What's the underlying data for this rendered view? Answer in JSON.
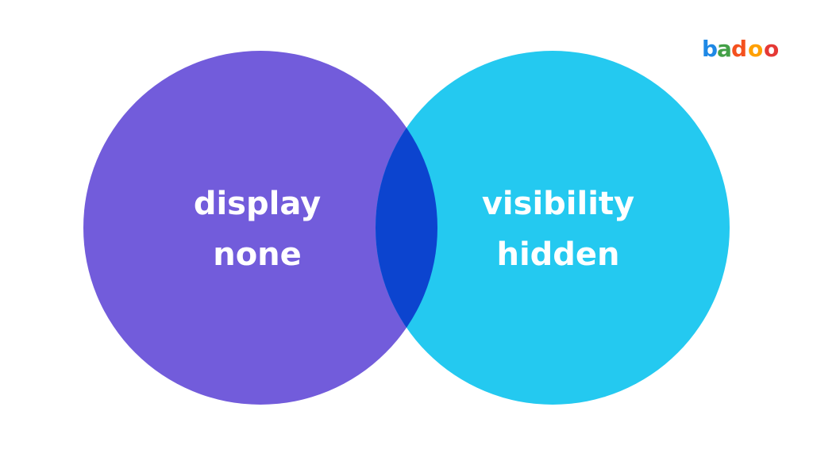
{
  "diagram": {
    "left_set": {
      "line1": "display",
      "line2": "none",
      "color": "#725CDB"
    },
    "right_set": {
      "line1": "visibility",
      "line2": "hidden",
      "color": "#24C9F0"
    },
    "overlap_color": "#0C44CF"
  },
  "logo": {
    "text": "badoo",
    "letters": [
      {
        "char": "b",
        "color": "#1E88E5"
      },
      {
        "char": "a",
        "color": "#43A047"
      },
      {
        "char": "d",
        "color": "#F4511E"
      },
      {
        "char": "o",
        "color": "#FFA000"
      },
      {
        "char": "o",
        "color": "#E53935"
      }
    ]
  }
}
